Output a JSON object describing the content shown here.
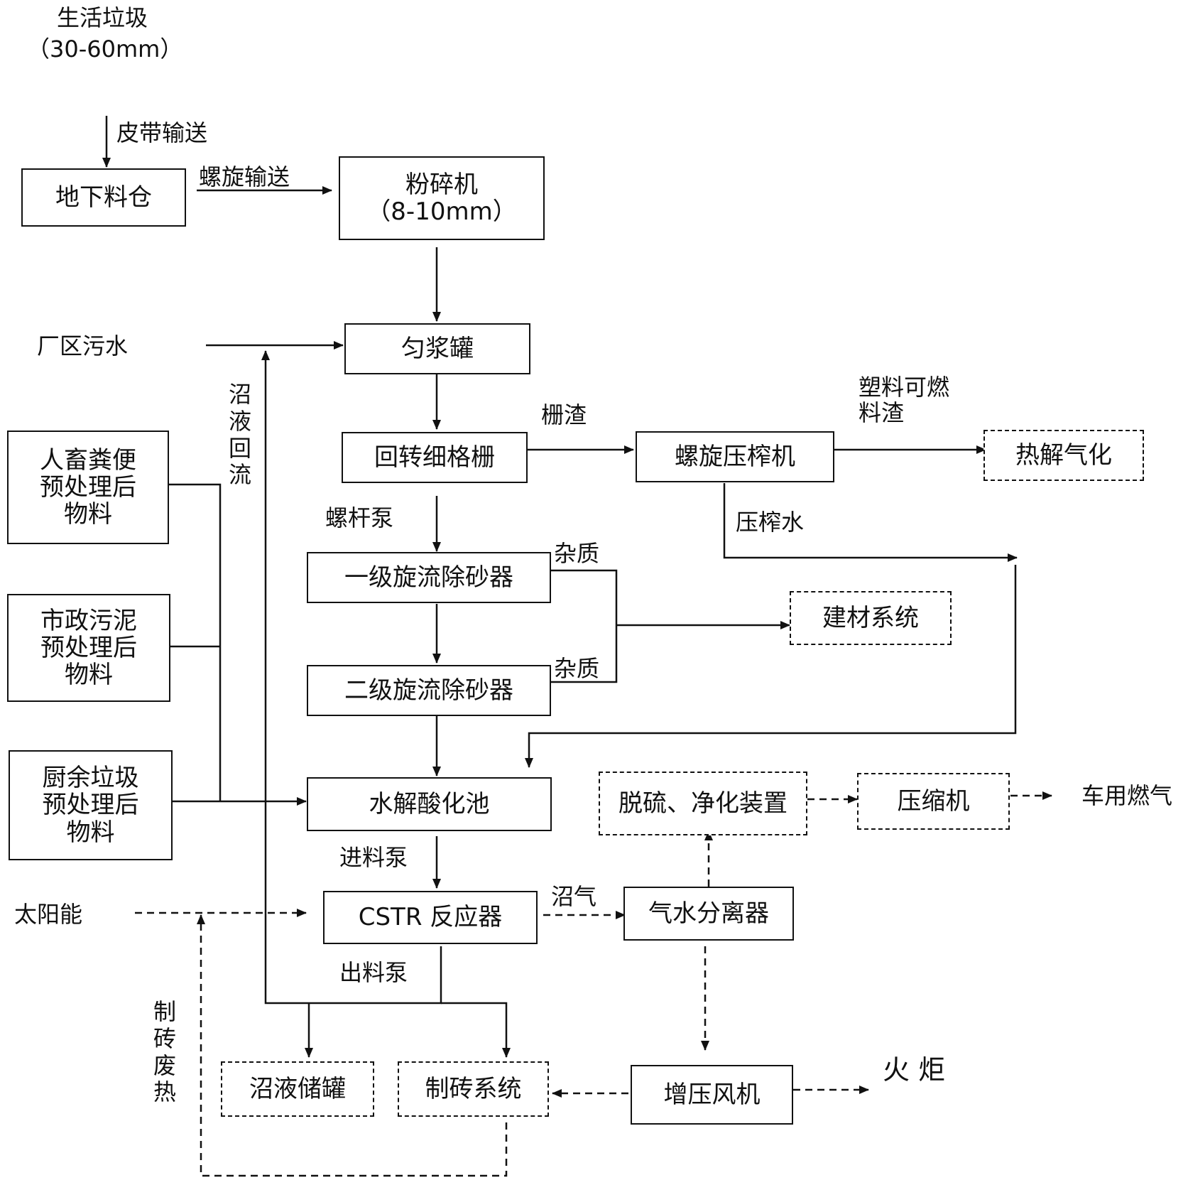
{
  "nodes": {
    "source_title": "生活垃圾",
    "source_size": "（30-60mm）",
    "underground_bin": "地下料仓",
    "crusher": "粉碎机\n（8-10mm）",
    "homogenizer": "匀浆罐",
    "rotary_screen": "回转细格栅",
    "screw_press": "螺旋压榨机",
    "pyrolysis": "热解气化",
    "cyclone_1": "一级旋流除砂器",
    "cyclone_2": "二级旋流除砂器",
    "building_materials": "建材系统",
    "hydrolysis_tank": "水解酸化池",
    "desulfurization": "脱硫、净化装置",
    "compressor": "压缩机",
    "vehicle_gas": "车用燃气",
    "cstr": "CSTR 反应器",
    "separator": "气水分离器",
    "digestate_tank": "沼液储罐",
    "brick_system": "制砖系统",
    "blower": "增压风机",
    "torch": "火 炬",
    "plant_sewage": "厂区污水",
    "manure": "人畜粪便\n预处理后\n物料",
    "sludge": "市政污泥\n预处理后\n物料",
    "kitchen_waste": "厨余垃圾\n预处理后\n物料",
    "solar": "太阳能"
  },
  "edge_labels": {
    "belt": "皮带输送",
    "screw_conveying": "螺旋输送",
    "digestate_return": "沼\n液\n回\n流",
    "screenings": "栅渣",
    "plastic_residue": "塑料可燃\n料渣",
    "press_water": "压榨水",
    "screw_pump": "螺杆泵",
    "impurity_1": "杂质",
    "impurity_2": "杂质",
    "feed_pump": "进料泵",
    "biogas": "沼气",
    "discharge_pump": "出料泵",
    "waste_heat": "制\n砖\n废\n热"
  }
}
